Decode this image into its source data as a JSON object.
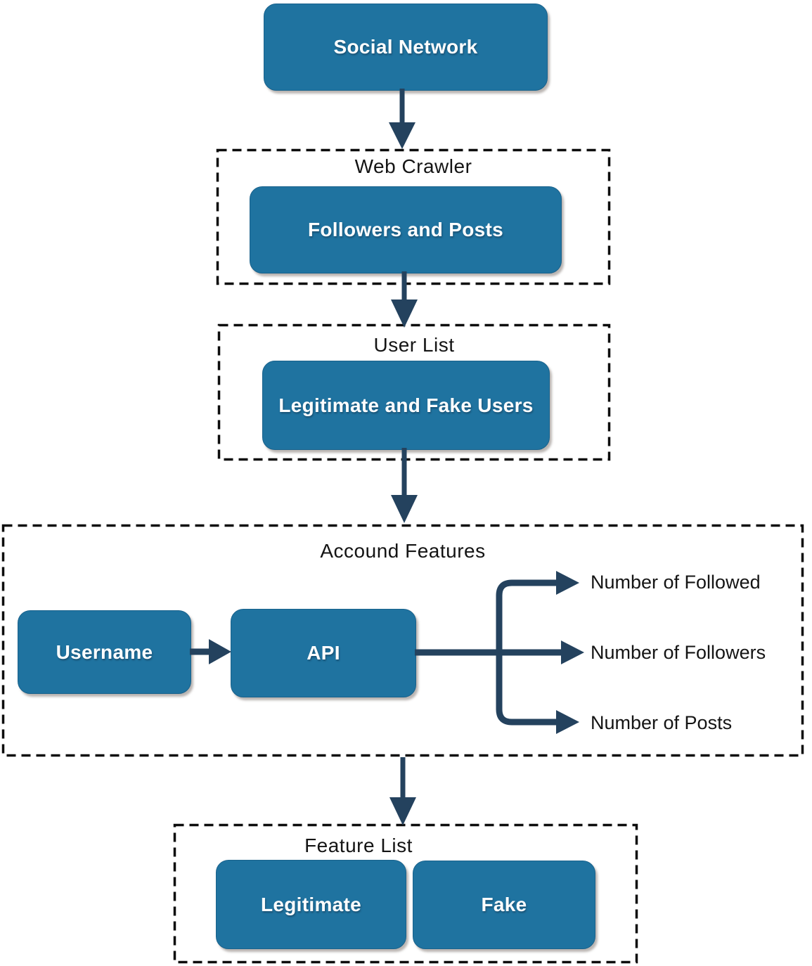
{
  "diagram": {
    "nodes": {
      "social_network": "Social Network",
      "followers_posts": "Followers and Posts",
      "legitimate_fake_users": "Legitimate and Fake Users",
      "username": "Username",
      "api": "API",
      "legitimate": "Legitimate",
      "fake": "Fake"
    },
    "containers": {
      "web_crawler": "Web Crawler",
      "user_list": "User List",
      "account_features": "Accound Features",
      "feature_list": "Feature List"
    },
    "outputs": [
      "Number of Followed",
      "Number of Followers",
      "Number of Posts"
    ],
    "colors": {
      "node_fill": "#1f73a0",
      "arrow": "#24425e",
      "container_border": "#0d0d0d",
      "label_text": "#141414",
      "node_text": "#ffffff"
    }
  }
}
